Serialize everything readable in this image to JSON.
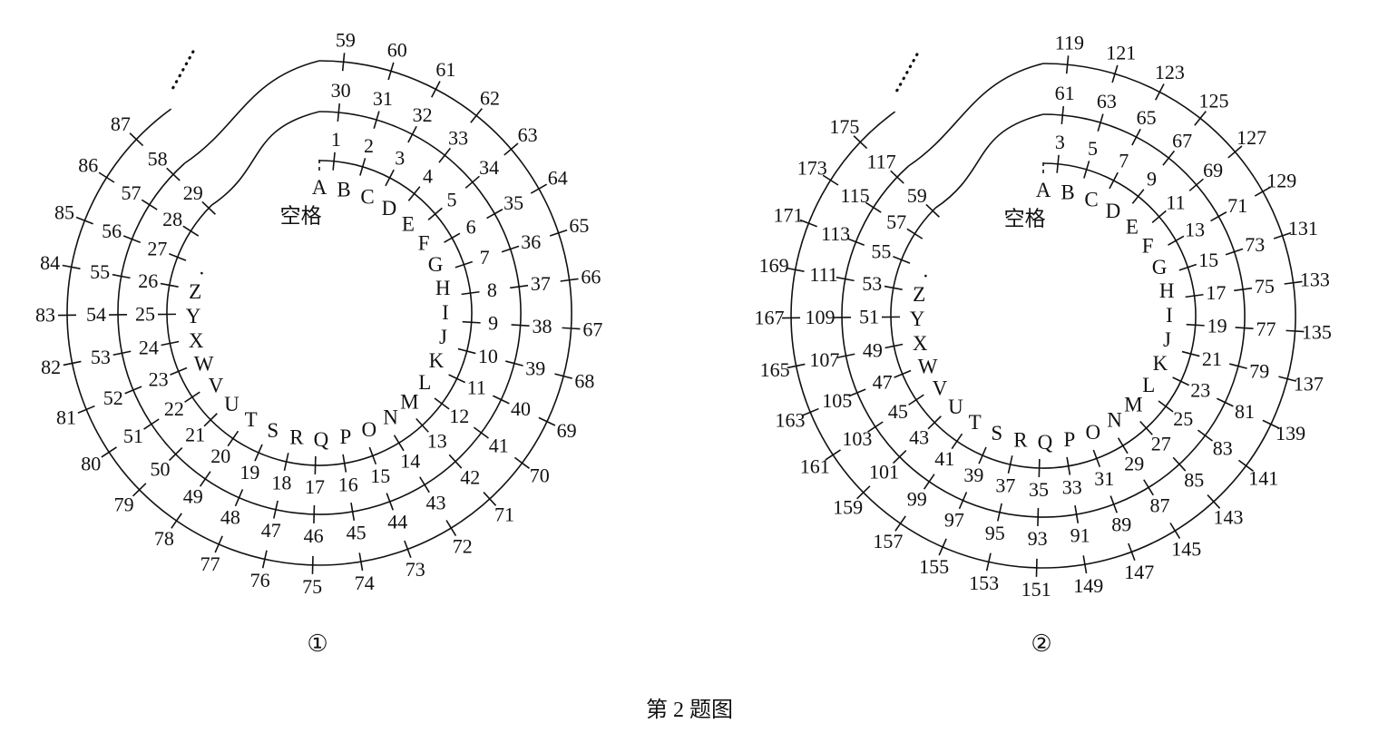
{
  "figures": [
    {
      "marker": "①",
      "letters": [
        "A",
        "B",
        "C",
        "D",
        "E",
        "F",
        "G",
        "H",
        "I",
        "J",
        "K",
        "L",
        "M",
        "N",
        "O",
        "P",
        "Q",
        "R",
        "S",
        "T",
        "U",
        "V",
        "W",
        "X",
        "Y",
        "Z",
        "."
      ],
      "space_label": "空格",
      "ring1": [
        "1",
        "2",
        "3",
        "4",
        "5",
        "6",
        "7",
        "8",
        "9",
        "10",
        "11",
        "12",
        "13",
        "14",
        "15",
        "16",
        "17",
        "18",
        "19",
        "20",
        "21",
        "22",
        "23",
        "24",
        "25",
        "26",
        "27",
        "28",
        "29"
      ],
      "ring2": [
        "30",
        "31",
        "32",
        "33",
        "34",
        "35",
        "36",
        "37",
        "38",
        "39",
        "40",
        "41",
        "42",
        "43",
        "44",
        "45",
        "46",
        "47",
        "48",
        "49",
        "50",
        "51",
        "52",
        "53",
        "54",
        "55",
        "56",
        "57",
        "58"
      ],
      "ring3": [
        "59",
        "60",
        "61",
        "62",
        "63",
        "64",
        "65",
        "66",
        "67",
        "68",
        "69",
        "70",
        "71",
        "72",
        "73",
        "74",
        "75",
        "76",
        "77",
        "78",
        "79",
        "80",
        "81",
        "82",
        "83",
        "84",
        "85",
        "86",
        "87"
      ],
      "ellipsis": "……"
    },
    {
      "marker": "②",
      "letters": [
        "A",
        "B",
        "C",
        "D",
        "E",
        "F",
        "G",
        "H",
        "I",
        "J",
        "K",
        "L",
        "M",
        "N",
        "O",
        "P",
        "Q",
        "R",
        "S",
        "T",
        "U",
        "V",
        "W",
        "X",
        "Y",
        "Z",
        "."
      ],
      "space_label": "空格",
      "ring1": [
        "3",
        "5",
        "7",
        "9",
        "11",
        "13",
        "15",
        "17",
        "19",
        "21",
        "23",
        "25",
        "27",
        "29",
        "31",
        "33",
        "35",
        "37",
        "39",
        "41",
        "43",
        "45",
        "47",
        "49",
        "51",
        "53",
        "55",
        "57",
        "59"
      ],
      "ring2": [
        "61",
        "63",
        "65",
        "67",
        "69",
        "71",
        "73",
        "75",
        "77",
        "79",
        "81",
        "83",
        "85",
        "87",
        "89",
        "91",
        "93",
        "95",
        "97",
        "99",
        "101",
        "103",
        "105",
        "107",
        "109",
        "111",
        "113",
        "115",
        "117"
      ],
      "ring3": [
        "119",
        "121",
        "123",
        "125",
        "127",
        "129",
        "131",
        "133",
        "135",
        "137",
        "139",
        "141",
        "143",
        "145",
        "147",
        "149",
        "151",
        "153",
        "155",
        "157",
        "159",
        "161",
        "163",
        "165",
        "167",
        "169",
        "171",
        "173",
        "175"
      ],
      "ellipsis": "……"
    }
  ],
  "caption": "第 2 题图"
}
